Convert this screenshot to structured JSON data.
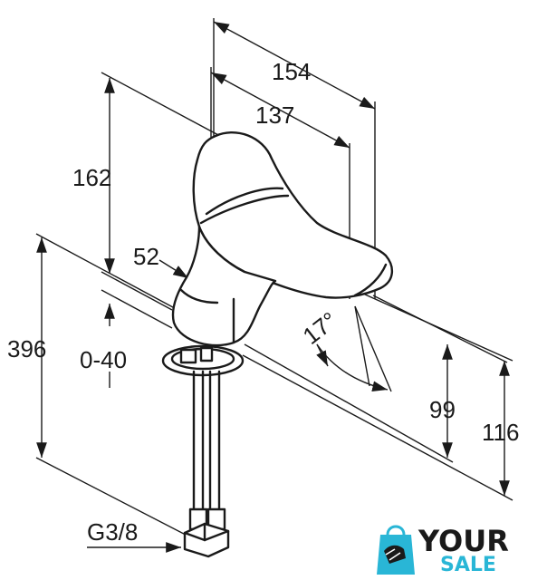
{
  "dimensions": {
    "width_154": "154",
    "width_137": "137",
    "height_162": "162",
    "base_52": "52",
    "total_396": "396",
    "range_0_40": "0-40",
    "angle_17": "17°",
    "height_99": "99",
    "height_116": "116",
    "thread_g38": "G3/8"
  },
  "logo": {
    "word_top": "YOUR",
    "word_bottom": "SALE",
    "icon": "shopping-bag-hand-icon",
    "colors": {
      "dark": "#1a1a1a",
      "accent": "#29b6d6"
    }
  }
}
